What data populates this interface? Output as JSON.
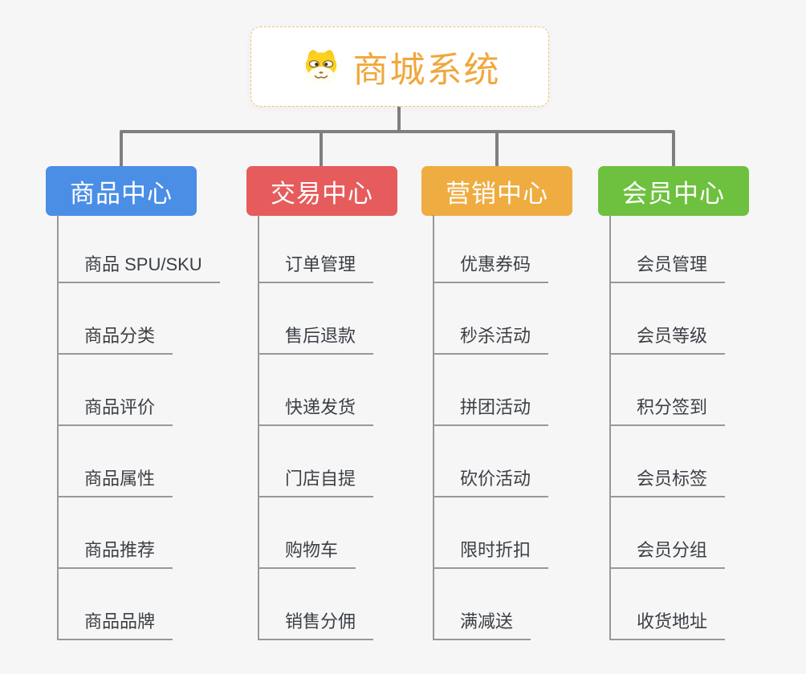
{
  "page": {
    "background": "#f6f6f7"
  },
  "connector_color": "#7f7f7f",
  "root": {
    "label": "商城系统",
    "icon": "dog-face-icon",
    "text_color": "#f0a73c",
    "border_color": "#f2c168"
  },
  "branches": [
    {
      "label": "商品中心",
      "color": "#4a8ee6",
      "items": [
        "商品 SPU/SKU",
        "商品分类",
        "商品评价",
        "商品属性",
        "商品推荐",
        "商品品牌"
      ]
    },
    {
      "label": "交易中心",
      "color": "#e65c5c",
      "items": [
        "订单管理",
        "售后退款",
        "快递发货",
        "门店自提",
        "购物车",
        "销售分佣"
      ]
    },
    {
      "label": "营销中心",
      "color": "#efac41",
      "items": [
        "优惠券码",
        "秒杀活动",
        "拼团活动",
        "砍价活动",
        "限时折扣",
        "满减送"
      ]
    },
    {
      "label": "会员中心",
      "color": "#6ec13f",
      "items": [
        "会员管理",
        "会员等级",
        "积分签到",
        "会员标签",
        "会员分组",
        "收货地址"
      ]
    }
  ]
}
